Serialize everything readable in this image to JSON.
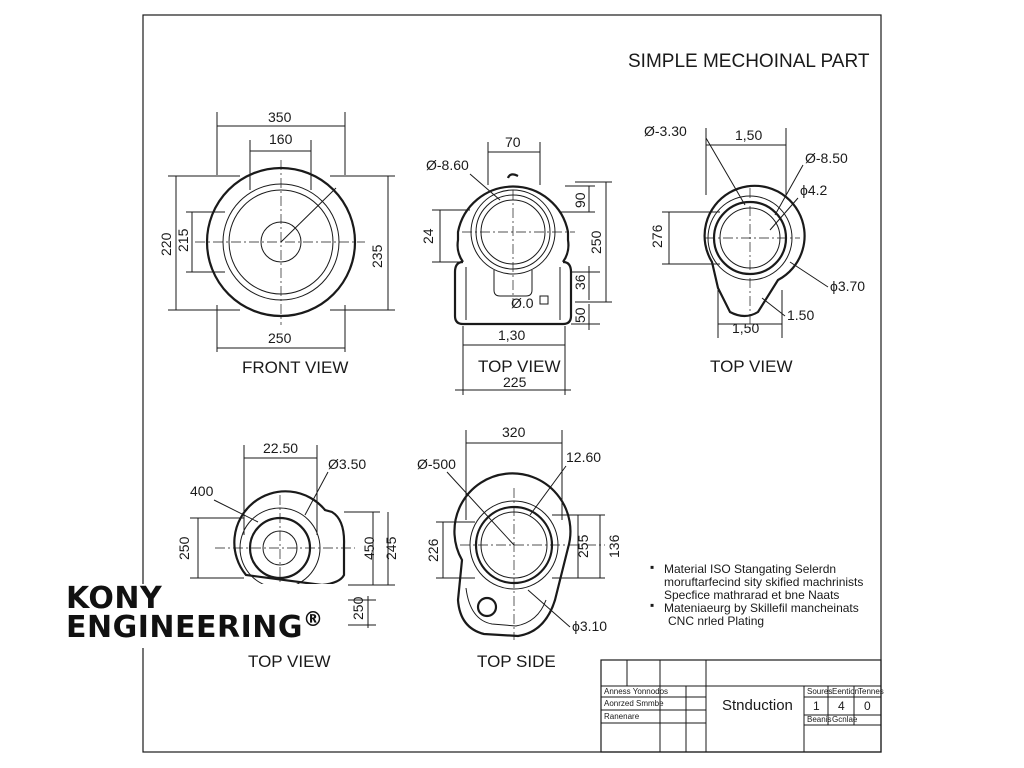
{
  "title": "SIMPLE MECHOINAL PART",
  "views": {
    "front": {
      "label": "FRONT VIEW",
      "dims": {
        "top_outer": "350",
        "top_inner": "160",
        "left_outer": "220",
        "left_inner": "215",
        "right": "235",
        "bottom": "250"
      }
    },
    "top1": {
      "label": "TOP VIEW",
      "dims": {
        "top": "70",
        "dia": "Ø-8.60",
        "left": "24",
        "right_a": "90",
        "right_b": "250",
        "right_c": "36",
        "right_d": "50",
        "center": "Ø.0",
        "bottom_a": "1,30",
        "bottom_b": "225"
      }
    },
    "top2": {
      "label": "TOP VIEW",
      "dims": {
        "dia_a": "Ø-3.30",
        "top": "1,50",
        "dia_b": "Ø-8.50",
        "dia_c": "ϕ4.2",
        "left": "276",
        "dia_d": "ϕ3.70",
        "bottom": "1,50",
        "bottom_b": "1.50"
      }
    },
    "top3": {
      "label": "TOP VIEW",
      "dims": {
        "top": "22.50",
        "dia": "Ø3.50",
        "left_a": "400",
        "left_b": "250",
        "right_a": "450",
        "right_b": "245",
        "right_c": "250"
      }
    },
    "side": {
      "label": "TOP SIDE",
      "dims": {
        "top": "320",
        "dia": "Ø-500",
        "right_top": "12.60",
        "left": "226",
        "right_a": "255",
        "right_b": "136",
        "dia_b": "ϕ3.10"
      }
    }
  },
  "notes": [
    "Material ISO Stangating Selerdn",
    "moruftarfecind sity skified machrinists",
    "Specfice mathrarad et bne Naats",
    "Mateniaeurg by Skillefil mancheinats",
    "CNC nrled Plating"
  ],
  "brand": {
    "line1": "KONY",
    "line2": "ENGINEERING",
    "mark": "®"
  },
  "title_block": {
    "rows": [
      "Anness Yonnodos",
      "Aonrzed Smmbe",
      "Ranenare"
    ],
    "description": "Stnduction",
    "headers": [
      "Soures",
      "Eention",
      "Tennes"
    ],
    "values": [
      "1",
      "4",
      "0"
    ],
    "footers": [
      "Beanis",
      "Gcnlae"
    ]
  }
}
